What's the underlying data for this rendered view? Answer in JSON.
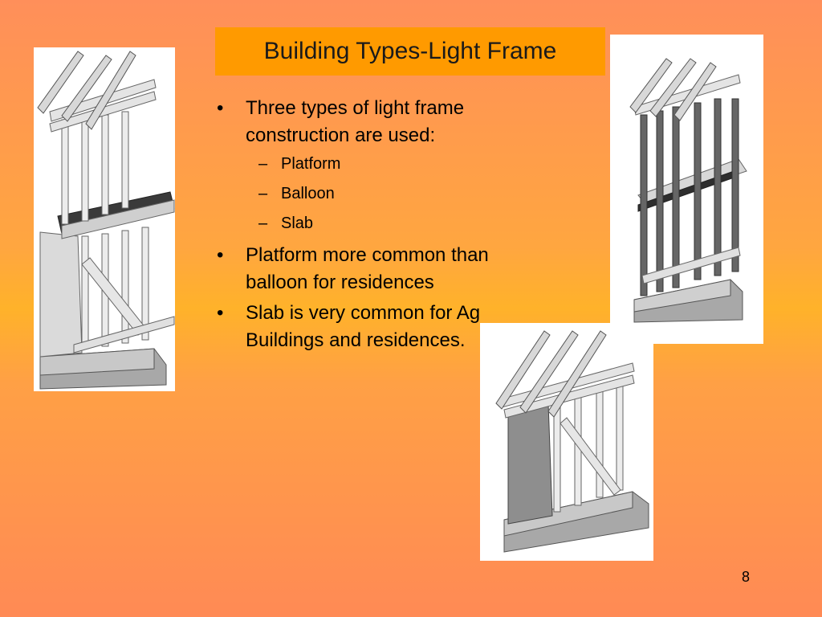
{
  "slide": {
    "title": "Building Types-Light Frame",
    "bullets": [
      {
        "text": "Three types of light frame construction are used:",
        "sub": [
          "Platform",
          "Balloon",
          "Slab"
        ]
      },
      {
        "text": "Platform more common than balloon for residences"
      },
      {
        "text": "Slab is very common for Ag Buildings and residences."
      }
    ],
    "bullet_marker": "•",
    "sub_marker": "–",
    "page_number": "8"
  },
  "colors": {
    "background_top": "#ff8f5a",
    "background_mid": "#ffb22a",
    "title_box": "#ff9a00"
  },
  "images": [
    {
      "name": "platform-frame-illustration"
    },
    {
      "name": "balloon-frame-illustration"
    },
    {
      "name": "slab-frame-illustration"
    }
  ]
}
